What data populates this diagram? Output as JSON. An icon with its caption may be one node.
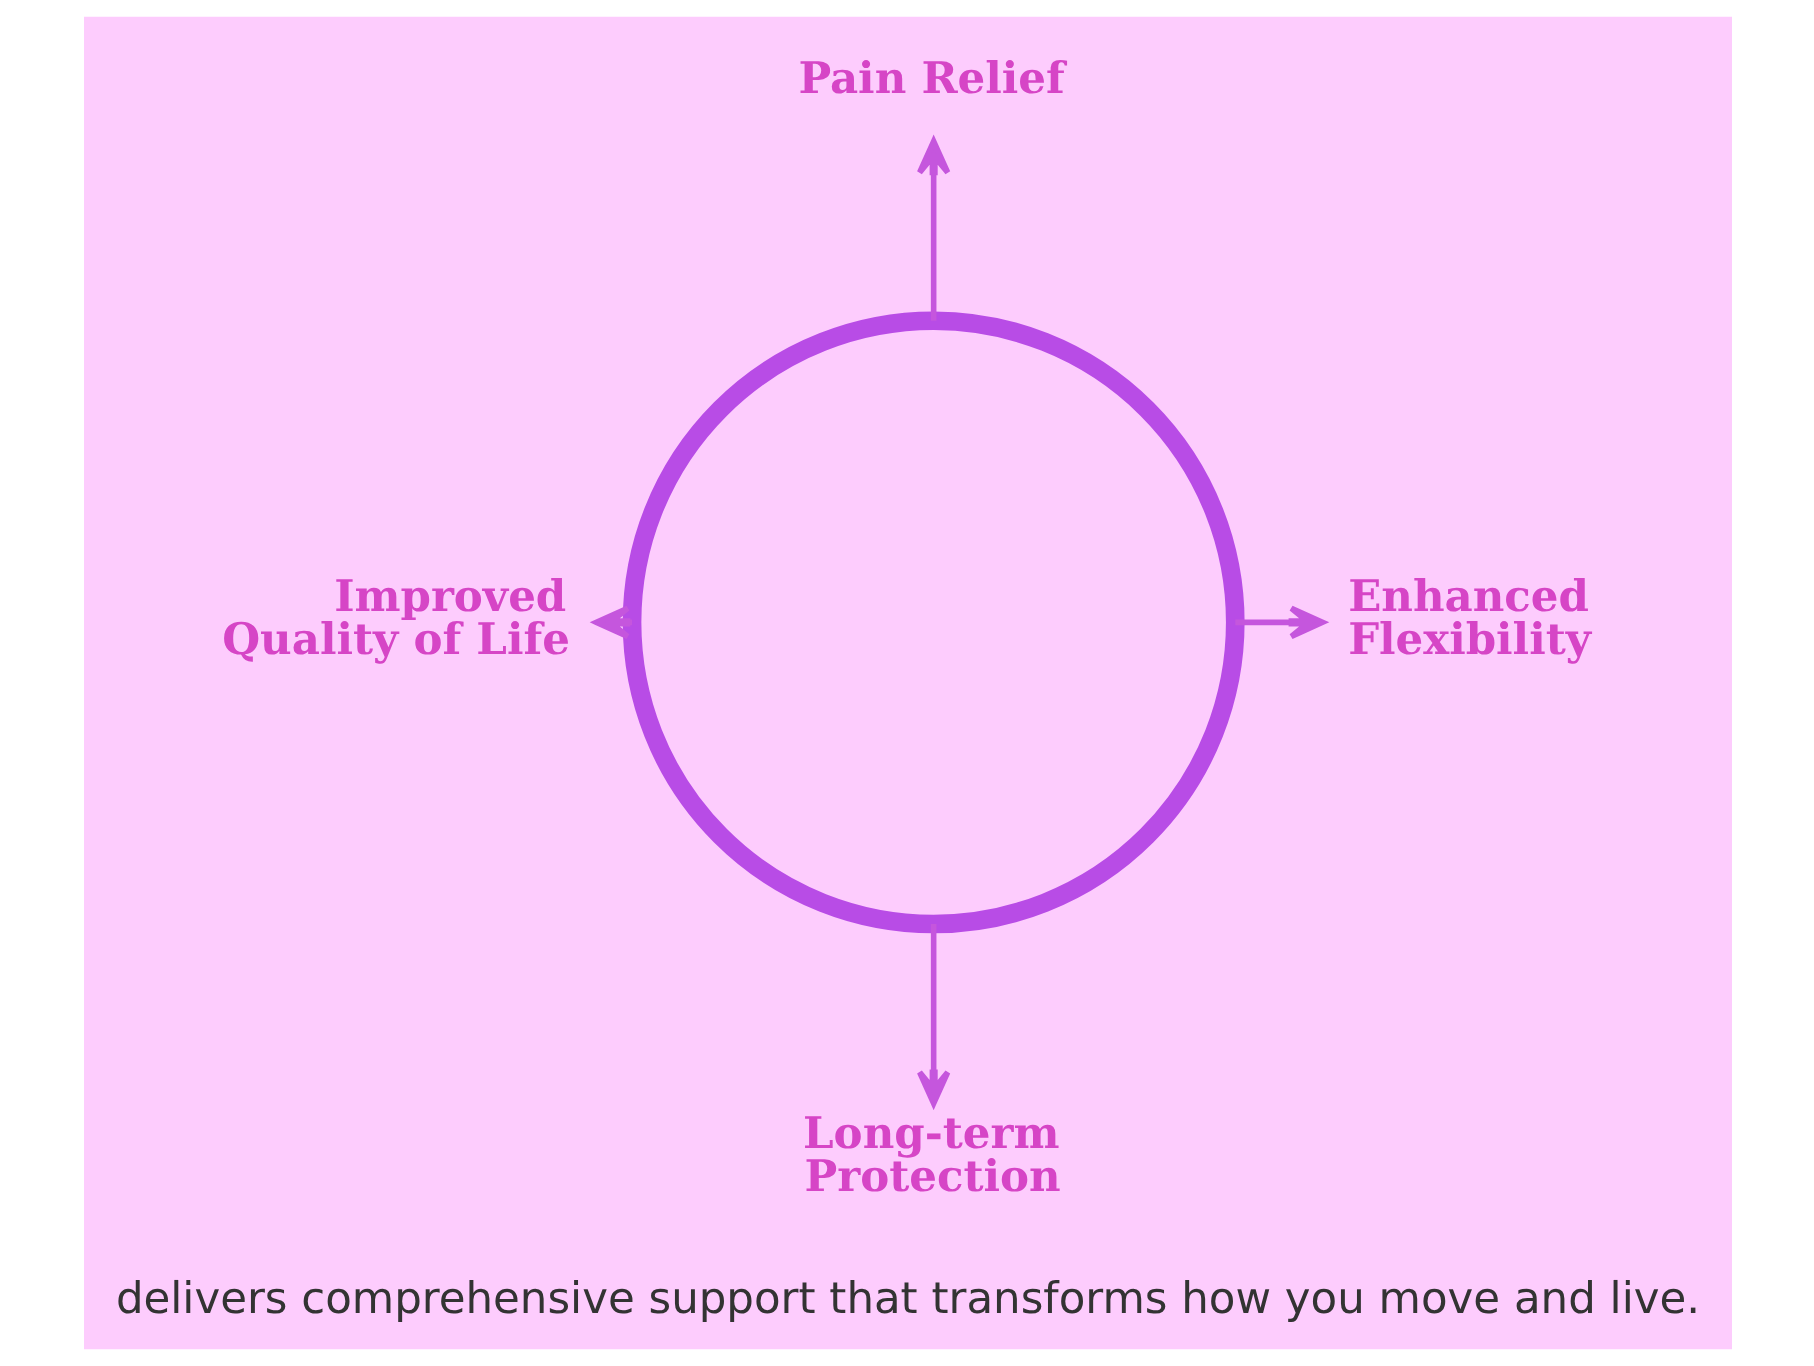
{
  "diagram": {
    "caption": "delivers comprehensive support that transforms how you move and live.",
    "nodes": [
      {
        "text": [
          "Pain Relief"
        ]
      },
      {
        "text": [
          "Improved Quality of Life"
        ]
      },
      {
        "text": [],
        "shape": "circle"
      },
      {
        "text": [
          "Enhanced Flexibility"
        ]
      },
      {
        "text": [
          "Long-term Protection"
        ]
      }
    ],
    "edges": [
      {
        "from": 2,
        "to": 0,
        "arrow": "to"
      },
      {
        "from": 2,
        "to": 1,
        "arrow": "to"
      },
      {
        "from": 2,
        "to": 4,
        "arrow": "to"
      },
      {
        "from": 2,
        "to": 3,
        "arrow": "to"
      }
    ]
  }
}
